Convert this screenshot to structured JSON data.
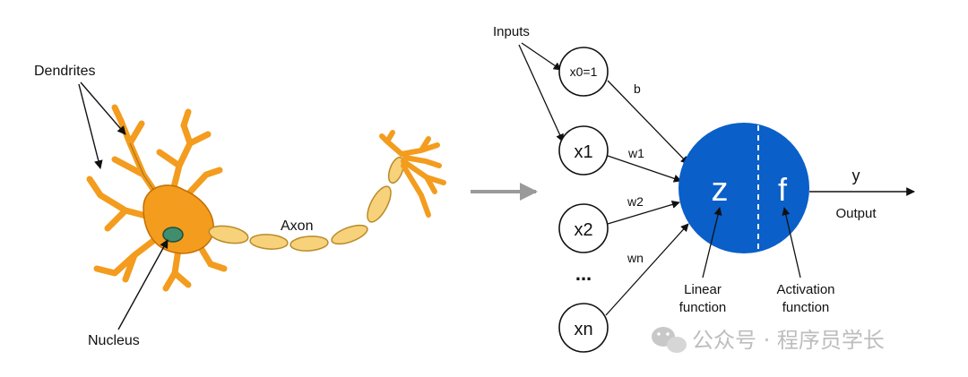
{
  "neuron": {
    "dendrites_label": "Dendrites",
    "axon_label": "Axon",
    "nucleus_label": "Nucleus"
  },
  "perceptron": {
    "inputs_label": "Inputs",
    "nodes": [
      "x0=1",
      "x1",
      "x2",
      "xn"
    ],
    "ellipsis": "...",
    "weights": [
      "b",
      "w1",
      "w2",
      "wn"
    ],
    "z_label": "z",
    "f_label": "f",
    "y_label": "y",
    "output_label": "Output",
    "linear_label_1": "Linear",
    "linear_label_2": "function",
    "activation_label_1": "Activation",
    "activation_label_2": "function"
  },
  "colors": {
    "neuron_orange": "#f39c1e",
    "axon_segment": "#f7d27a",
    "nucleus": "#3f8f6f",
    "unit_blue": "#0a5fc8",
    "flow_arrow": "#9a9a9a"
  },
  "watermark": {
    "text": "公众号 · 程序员学长"
  }
}
